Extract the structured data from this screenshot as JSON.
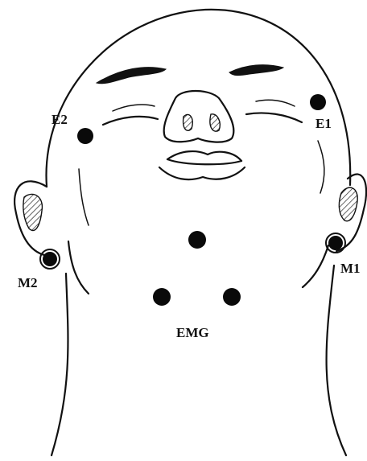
{
  "labels": {
    "e1": "E1",
    "e2": "E2",
    "m1": "M1",
    "m2": "M2",
    "emg": "EMG"
  },
  "colors": {
    "ink": "#111111",
    "electrode": "#0a0a0a",
    "background": "#ffffff"
  }
}
